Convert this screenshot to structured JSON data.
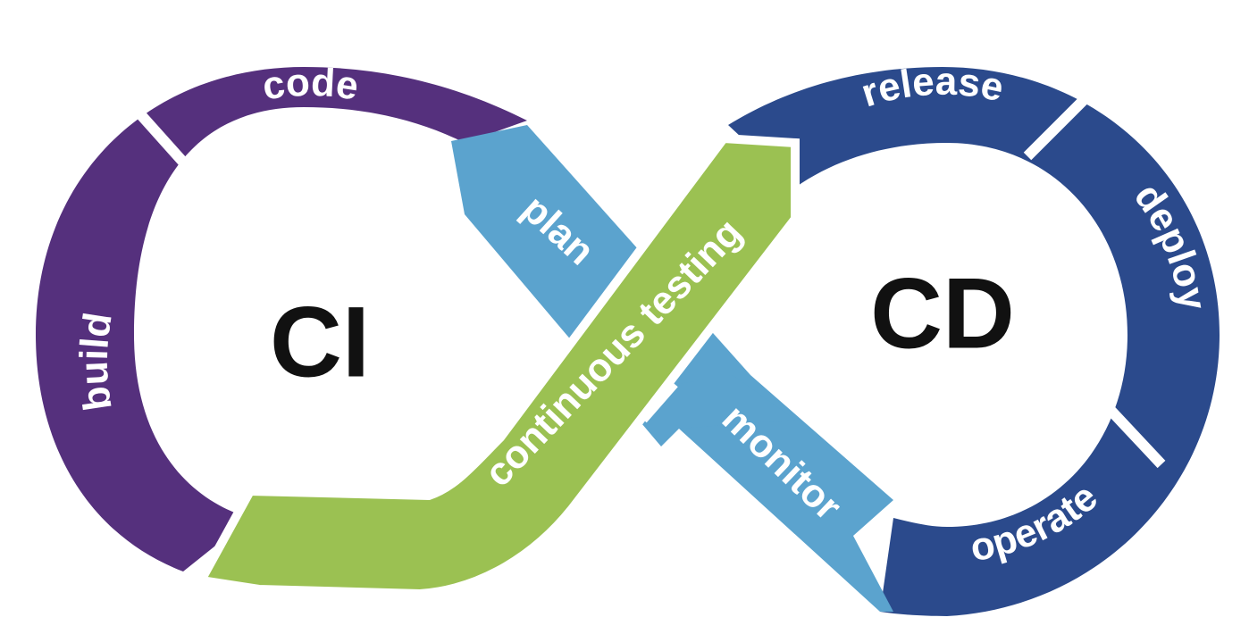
{
  "diagram": {
    "left_loop": "CI",
    "right_loop": "CD",
    "stages": {
      "code": "code",
      "build": "build",
      "continuous_testing": "continuous testing",
      "plan": "plan",
      "release": "release",
      "deploy": "deploy",
      "operate": "operate",
      "monitor": "monitor"
    },
    "colors": {
      "ci_purple": "#55307d",
      "cd_navy": "#2b4a8c",
      "testing_green": "#9bc152",
      "plan_monitor_blue": "#5ba3ce",
      "separator": "#ffffff",
      "center_text": "#111111"
    }
  }
}
